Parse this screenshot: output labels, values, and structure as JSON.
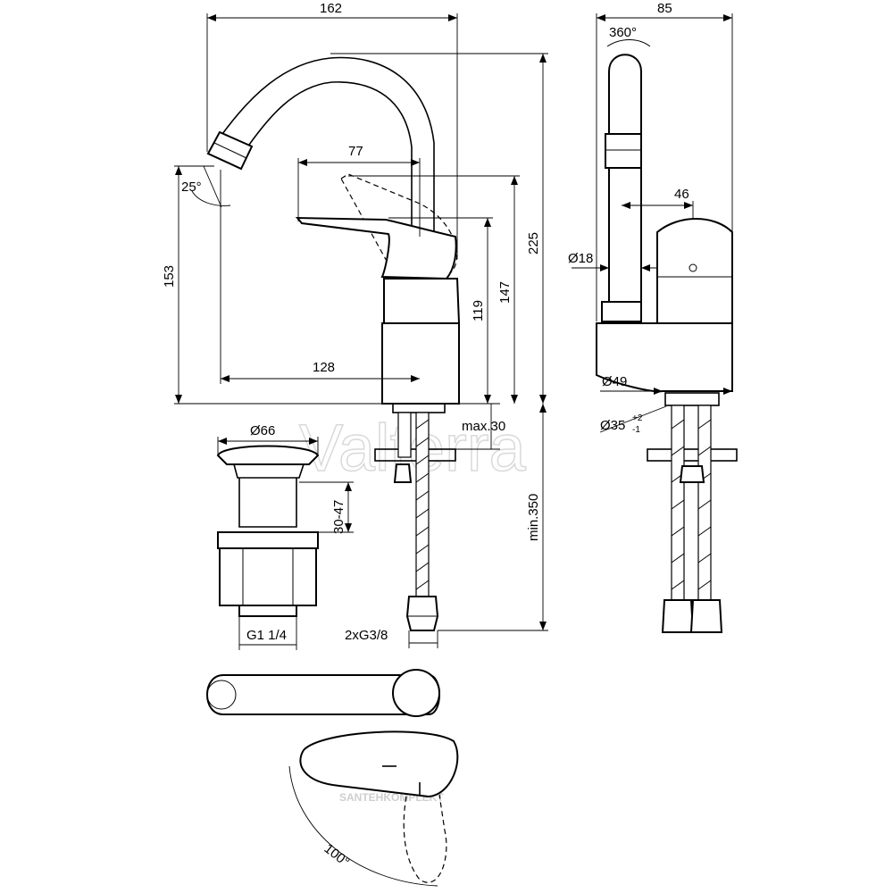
{
  "watermark": {
    "brand": "Valterra",
    "site": "SANTEHKOMPLEKT"
  },
  "dimensions": {
    "width_total": "162",
    "side_width": "85",
    "rotation": "360°",
    "spout_tilt": "25°",
    "lever_reach": "77",
    "handle_depth": "46",
    "height_spout": "153",
    "height_total": "225",
    "height_lever": "147",
    "height_body": "119",
    "spout_reach": "128",
    "spout_dia": "Ø18",
    "base_dia": "Ø49",
    "hole_dia": "Ø35",
    "hole_tol_plus": "+2",
    "hole_tol_minus": "-1",
    "deck_thickness": "max.30",
    "hose_length": "min.350",
    "waste_dia": "Ø66",
    "waste_range": "30-47",
    "waste_thread": "G1 1/4",
    "hose_thread": "2xG3/8",
    "lever_swing": "100°"
  }
}
